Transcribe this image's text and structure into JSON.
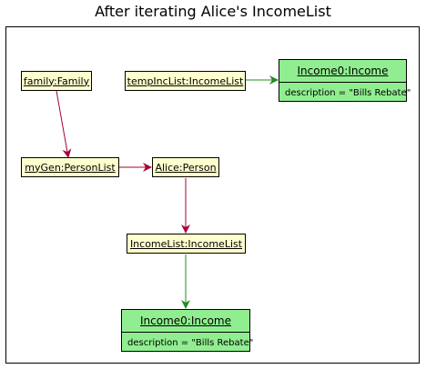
{
  "title": "After iterating Alice's IncomeList",
  "colors": {
    "object_fill": "#FEFECE",
    "income_fill": "#90EE90",
    "ownership_link": "#A80036",
    "income_link": "#228B22"
  },
  "objects": {
    "family": "family:Family",
    "temp_inc_list": "tempIncList:IncomeList",
    "my_gen": "myGen:PersonList",
    "alice": "Alice:Person",
    "income_list": "IncomeList:IncomeList",
    "income_top": {
      "name": "Income0:Income",
      "attribute": "description = \"Bills Rebate\""
    },
    "income_bottom": {
      "name": "Income0:Income",
      "attribute": "description = \"Bills Rebate\""
    }
  }
}
